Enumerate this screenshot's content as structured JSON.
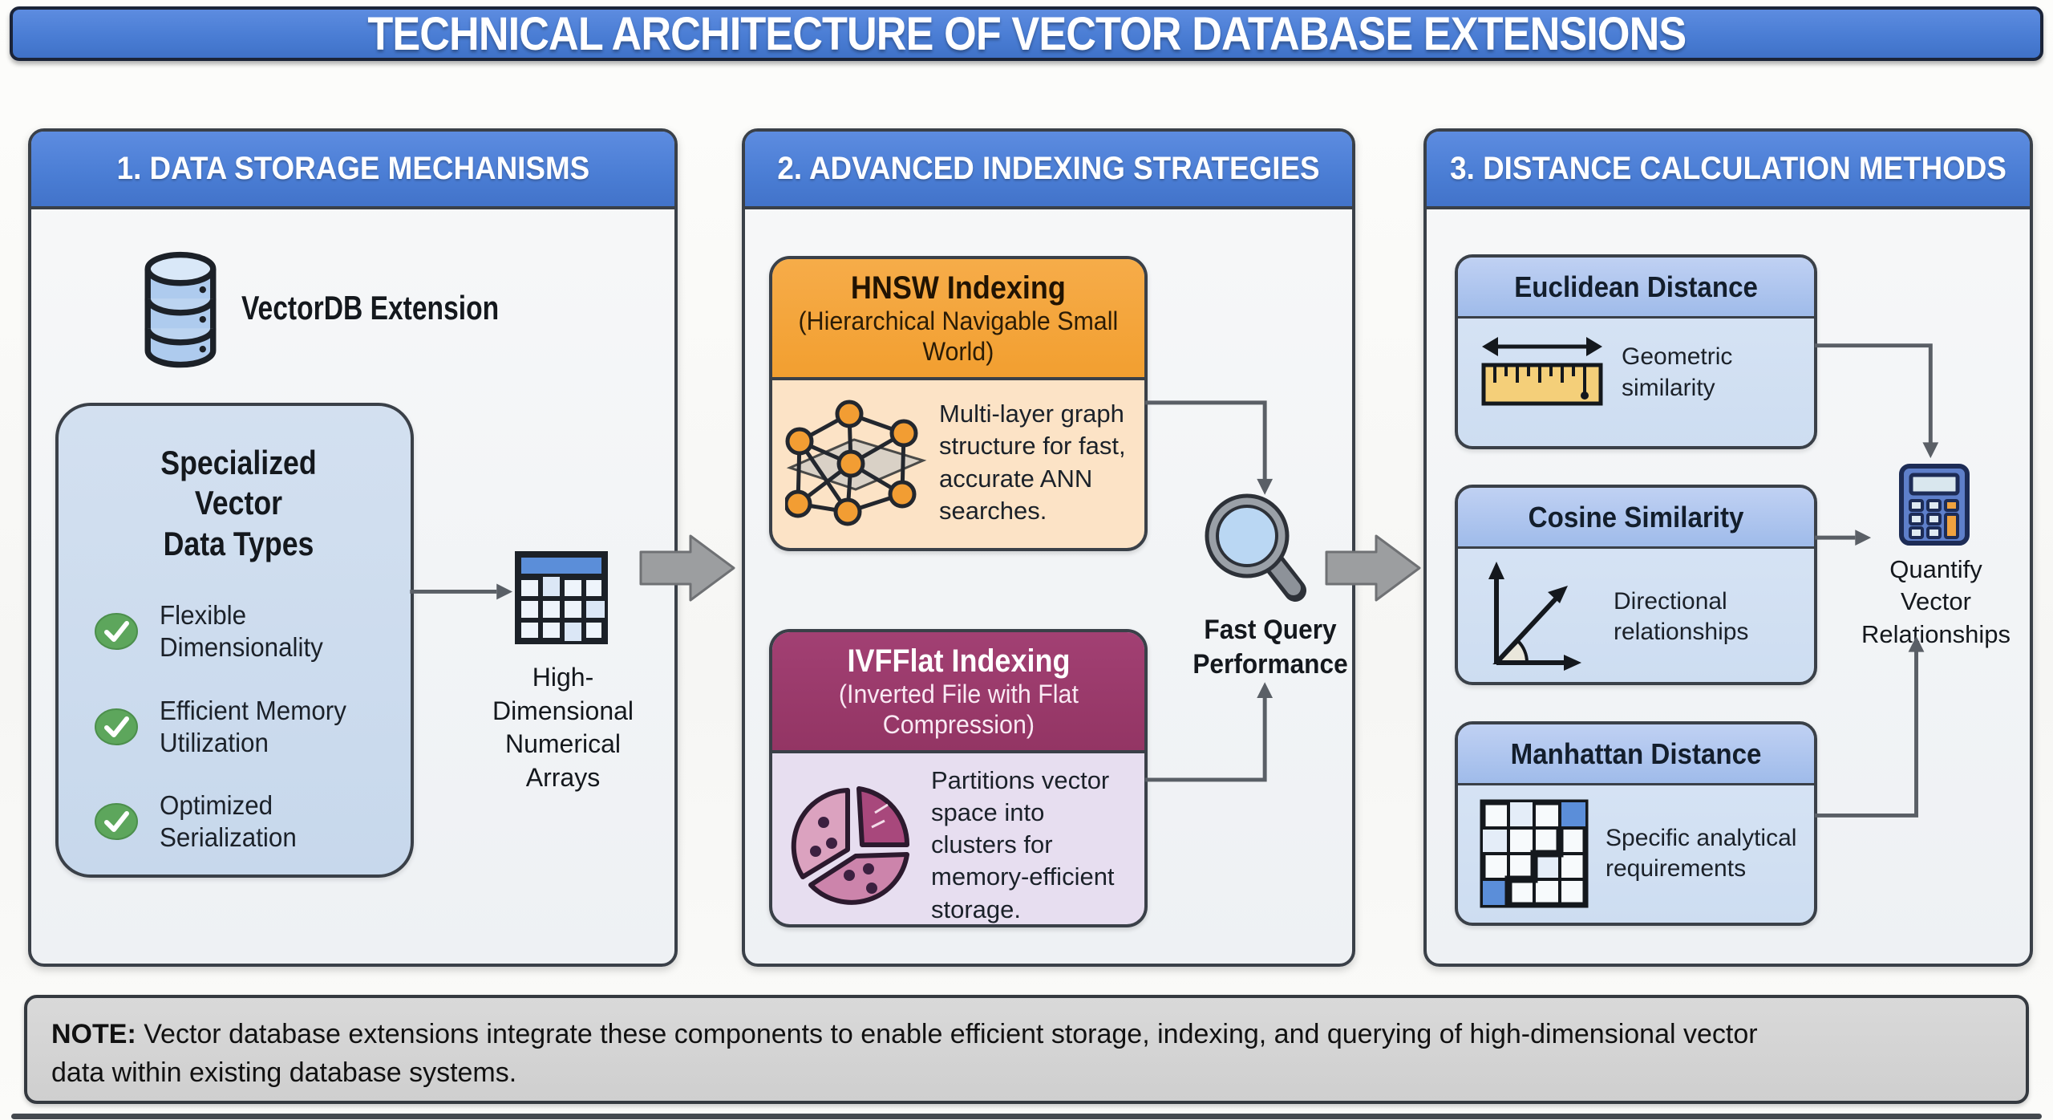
{
  "title": "TECHNICAL ARCHITECTURE OF VECTOR DATABASE EXTENSIONS",
  "panels": {
    "storage": {
      "header": "1. DATA STORAGE MECHANISMS",
      "db_icon": "database-icon",
      "db_label": "VectorDB Extension",
      "spec_box": {
        "title": "Specialized Vector\nData Types",
        "items": [
          "Flexible\nDimensionality",
          "Efficient Memory\nUtilization",
          "Optimized\nSerialization"
        ],
        "item_icon": "check-circle-icon"
      },
      "array_icon": "table-grid-icon",
      "array_label": "High-Dimensional\nNumerical\nArrays"
    },
    "indexing": {
      "header": "2. ADVANCED INDEXING STRATEGIES",
      "hnsw": {
        "title": "HNSW Indexing",
        "subtitle": "(Hierarchical Navigable Small\nWorld)",
        "icon": "network-graph-icon",
        "description": "Multi-layer graph\nstructure for fast,\naccurate ANN\nsearches."
      },
      "ivfflat": {
        "title": "IVFFlat Indexing",
        "subtitle": "(Inverted File with Flat\nCompression)",
        "icon": "pie-chart-icon",
        "description": "Partitions vector\nspace into\nclusters for\nmemory-efficient\nstorage."
      },
      "result_icon": "magnifier-icon",
      "result_label": "Fast Query\nPerformance"
    },
    "distance": {
      "header": "3. DISTANCE CALCULATION METHODS",
      "methods": [
        {
          "title": "Euclidean Distance",
          "icon": "ruler-icon",
          "description": "Geometric\nsimilarity"
        },
        {
          "title": "Cosine Similarity",
          "icon": "angle-axes-icon",
          "description": "Directional\nrelationships"
        },
        {
          "title": "Manhattan Distance",
          "icon": "grid-path-icon",
          "description": "Specific analytical\nrequirements"
        }
      ],
      "result_icon": "calculator-icon",
      "result_label": "Quantify\nVector\nRelationships"
    }
  },
  "note": {
    "label": "NOTE:",
    "text": "Vector database extensions integrate these components to enable efficient storage, indexing, and querying of high-dimensional vector\ndata within existing database systems."
  },
  "colors": {
    "header_blue": "#4a7dd4",
    "title_border_navy": "#1b2438",
    "panel_border": "#3a4048",
    "spec_box_blue": "#cddcee",
    "hnsw_header_orange": "#f2a136",
    "hnsw_body_peach": "#fce3c6",
    "ivfflat_header_plum": "#993566",
    "ivfflat_body_lavender": "#e7def0",
    "distance_header_blue": "#aec4ec",
    "distance_body_blue": "#d3e1f3",
    "check_green": "#5da65c",
    "arrow_gray": "#9c9ea0",
    "note_gray": "#d4d4d4"
  }
}
